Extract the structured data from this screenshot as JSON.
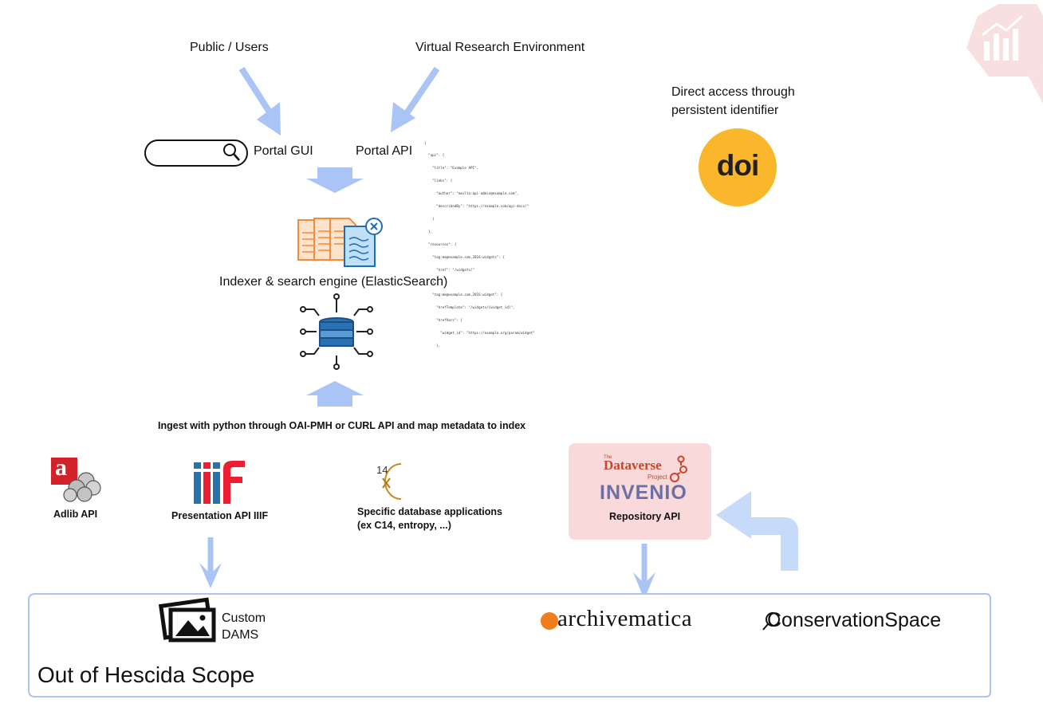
{
  "top": {
    "public_users": "Public / Users",
    "vre": "Virtual Research Environment",
    "direct_access": [
      "Direct access through",
      "persistent identifier"
    ],
    "portal_gui": "Portal GUI",
    "portal_api": "Portal API",
    "doi_logo_text": "doi"
  },
  "api_json_snippet": [
    "{",
    "  \"api\": {",
    "    \"title\": \"Example API\",",
    "    \"links\": {",
    "      \"author\": \"mailto:api-admin@example.com\",",
    "      \"describedBy\": \"https://example.com/api-docs/\"",
    "    }",
    "  },",
    "  \"resources\": {",
    "    \"tag:me@example.com,2016:widgets\": {",
    "      \"href\": \"/widgets/\"",
    "    },",
    "    \"tag:me@example.com,2016:widget\": {",
    "      \"hrefTemplate\": \"/widgets/{widget_id}\",",
    "      \"hrefVars\": {",
    "        \"widget_id\": \"https://example.org/param/widget\"",
    "      },"
  ],
  "middle": {
    "indexer": "Indexer & search engine (ElasticSearch)",
    "ingest": "Ingest with python through OAI-PMH or CURL API and map metadata to index"
  },
  "sources": {
    "adlib": "Adlib API",
    "iiif": "Presentation API IIIF",
    "iiif_logo_text": "iiif",
    "c14_number": "14",
    "specific_db": [
      "Specific database applications",
      "(ex C14, entropy, ...)"
    ],
    "dataverse_small_top": "The",
    "dataverse": "Dataverse",
    "dataverse_small_bottom": "Project",
    "invenio": "INVENIO",
    "repository_api": "Repository API"
  },
  "scope": {
    "custom_dams": [
      "Custom",
      "DAMS"
    ],
    "archivematica": "archivematica",
    "conservation": "ConservationSpace",
    "out_of_scope": "Out of Hescida Scope"
  },
  "colors": {
    "arrow": "#a9c4f5",
    "repo_bg": "#f9d9d9",
    "doi": "#fbb72c",
    "archivematica_orange": "#f07d1a",
    "dataverse_red": "#c8452b",
    "invenio_purple": "#6a6fa5",
    "iiif_blue": "#2873ab",
    "iiif_red": "#ed1d33"
  }
}
